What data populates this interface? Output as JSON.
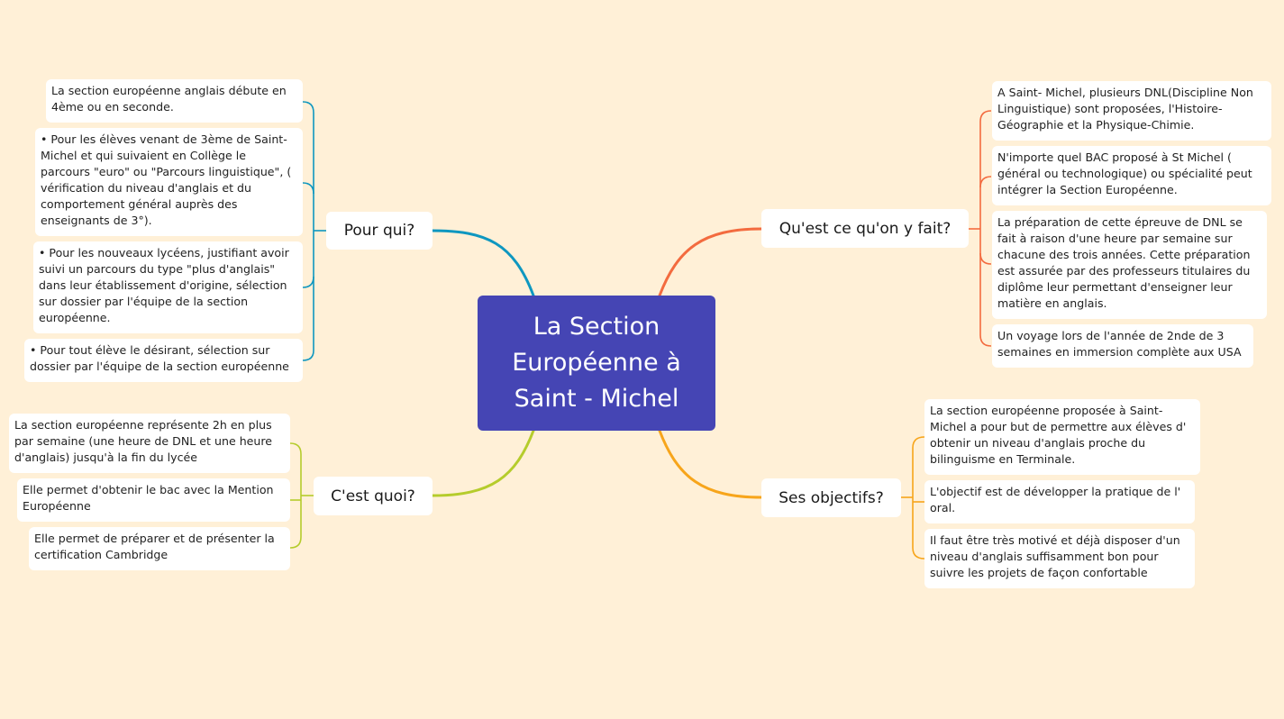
{
  "central_title": "La Section\nEuropéenne à\nSaint - Michel",
  "colors": {
    "background": "#fff0d7",
    "central": "#4545b4",
    "pour_qui": "#0e97c0",
    "cest_quoi": "#b5cc2c",
    "quest_ce": "#f36b3f",
    "objectifs": "#f7a51b"
  },
  "branches": {
    "pour_qui": {
      "label": "Pour qui?",
      "children": [
        "La section européenne anglais débute en\n4ème ou en seconde.",
        "• Pour les élèves venant de 3ème de Saint-\nMichel et qui suivaient en Collège le\nparcours \"euro\" ou \"Parcours linguistique\", (\nvérification du niveau d'anglais et du\ncomportement général auprès des\nenseignants de 3°).",
        "• Pour les nouveaux lycéens, justifiant avoir\nsuivi un parcours du type \"plus d'anglais\"\ndans leur établissement d'origine, sélection\nsur dossier par l'équipe de la section\neuropéenne.",
        "• Pour tout élève le désirant, sélection sur\ndossier par l'équipe de la section européenne"
      ]
    },
    "cest_quoi": {
      "label": "C'est quoi?",
      "children": [
        "La section européenne représente 2h en plus\npar semaine (une heure de DNL et une heure\nd'anglais) jusqu'à la fin du lycée",
        "Elle permet d'obtenir le bac avec la Mention\nEuropéenne",
        "Elle permet de préparer et de présenter la\ncertification Cambridge"
      ]
    },
    "quest_ce": {
      "label": "Qu'est ce qu'on y fait?",
      "children": [
        "A Saint- Michel, plusieurs DNL(Discipline Non\nLinguistique) sont proposées, l'Histoire-\nGéographie et la Physique-Chimie.",
        "N'importe quel BAC proposé à St Michel (\ngénéral ou technologique) ou spécialité peut\nintégrer la Section Européenne.",
        "La préparation de cette épreuve de DNL se\nfait à raison d'une heure par semaine sur\nchacune des trois années. Cette préparation\nest assurée par des professeurs titulaires du\ndiplôme leur permettant d'enseigner leur\nmatière en anglais.",
        "Un voyage lors de l'année de 2nde de 3\nsemaines en immersion complète aux USA"
      ]
    },
    "objectifs": {
      "label": "Ses objectifs?",
      "children": [
        "La section européenne proposée à Saint-\nMichel a pour but de permettre aux élèves d'\nobtenir un niveau d'anglais proche du\nbilinguisme en Terminale.",
        "L'objectif est de développer la pratique de l'\noral.",
        "Il faut être très motivé et déjà disposer d'un\nniveau d'anglais suffisamment bon pour\nsuivre les projets de façon confortable"
      ]
    }
  }
}
